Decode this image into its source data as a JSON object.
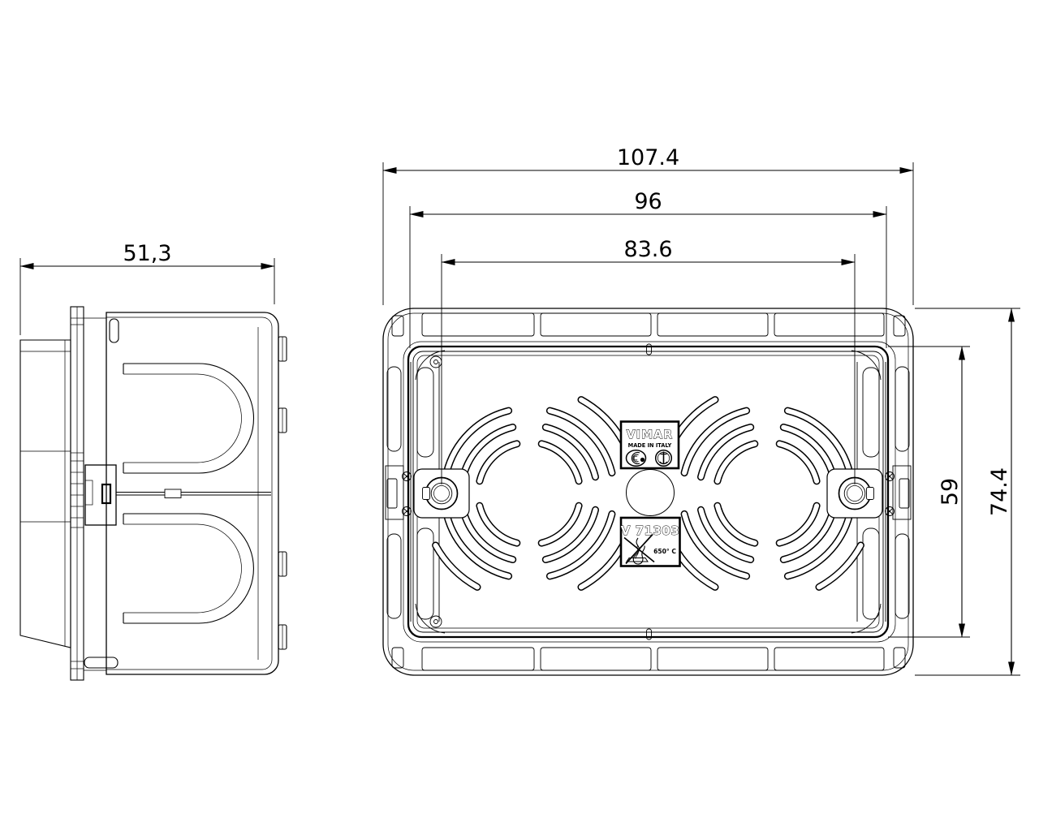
{
  "drawing": {
    "type": "technical-orthographic-drawing",
    "colors": {
      "line": "#000000",
      "background": "#ffffff"
    }
  },
  "dimensions": {
    "depth": "51,3",
    "overall_width": "107.4",
    "body_width": "96",
    "fixing_centres": "83.6",
    "inner_height": "59",
    "overall_height": "74.4"
  },
  "labels": {
    "brand": "VIMAR",
    "made_in": "MADE IN ITALY",
    "model": "V 71303",
    "glow_wire_temp": "650° C"
  },
  "icons": {
    "left_mark": "imq-certification-mark-icon",
    "right_mark": "certification-mark-icon",
    "flame": "crossed-flame-650c-icon",
    "arrows": "dimension-arrowhead"
  }
}
